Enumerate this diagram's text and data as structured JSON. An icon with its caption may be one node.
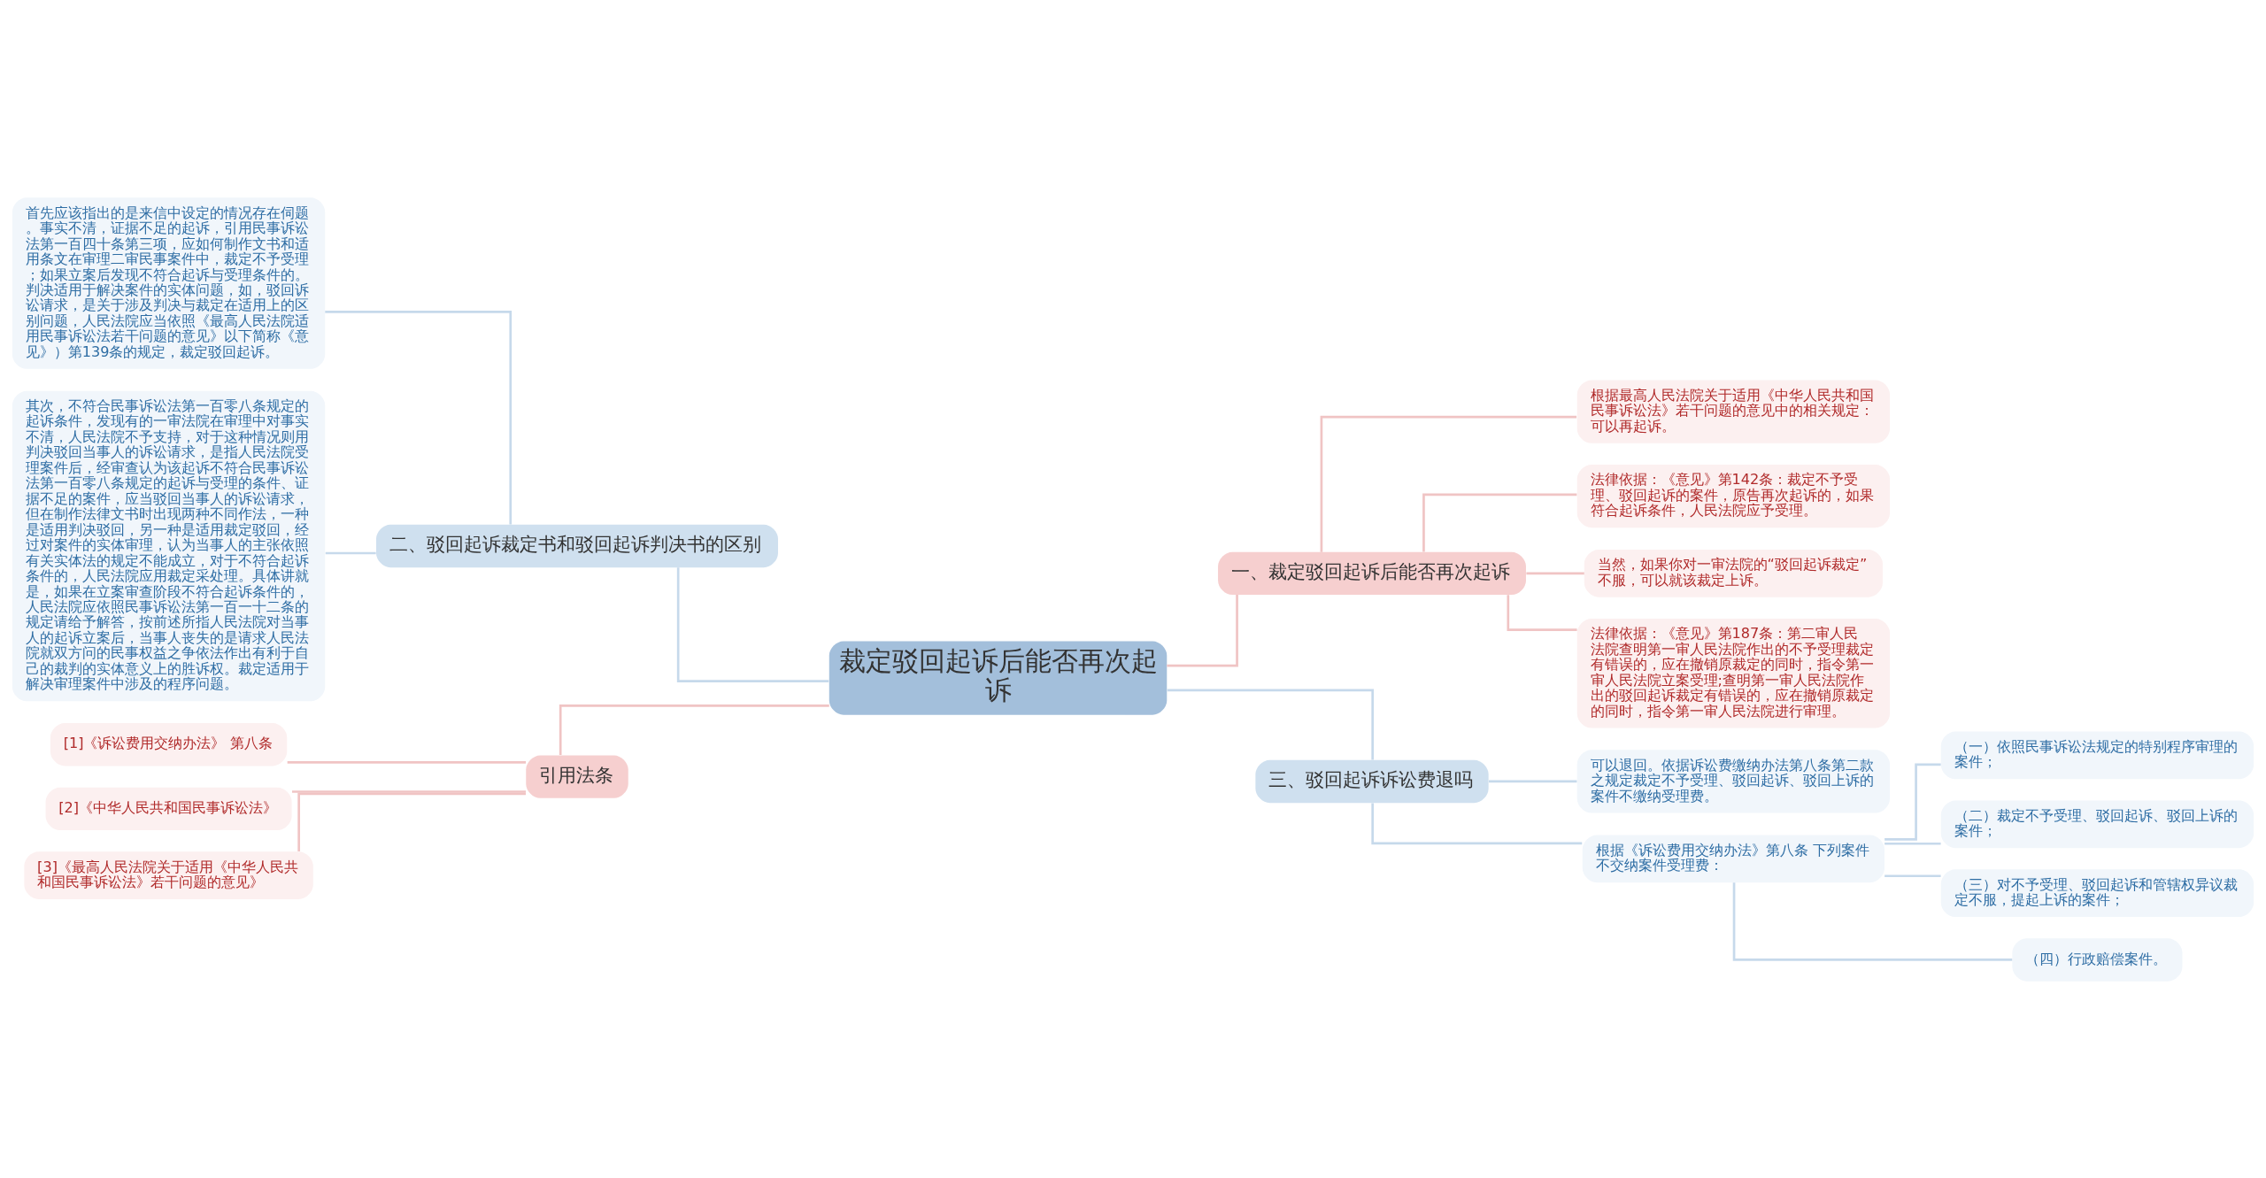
{
  "diagram": {
    "nodes": [
      {
        "text": [
          "裁定驳回起诉后能否再次起诉"
        ]
      },
      {
        "text": [
          "一、裁定驳回起诉后能否再次起诉"
        ]
      },
      {
        "text": [
          "根据最高人民法院关于适用《中华人民共和国民事诉讼法》若干问题的意见中的相关规定：可以再起诉。"
        ]
      },
      {
        "text": [
          "法律依据：《意见》第142条：裁定不予受理、驳回起诉的案件，原告再次起诉的，如果符合起诉条件，人民法院应予受理。"
        ]
      },
      {
        "text": [
          "当然，如果你对一审法院的“驳回起诉裁定”不服，可以就该裁定上诉。"
        ]
      },
      {
        "text": [
          "法律依据：《意见》第187条：第二审人民法院查明第一审人民法院作出的不予受理裁定有错误的，应在撤销原裁定的同时，指令第一审人民法院立案受理;查明第一审人民法院作出的驳回起诉裁定有错误的，应在撤销原裁定的同时，指令第一审人民法院进行审理。"
        ]
      },
      {
        "text": [
          "二、驳回起诉裁定书和驳回起诉判决书的区别"
        ]
      },
      {
        "text": [
          "首先应该指出的是来信中设定的情况存在伺题。事实不清，证据不足的起诉，引用民事诉讼法第一百四十条第三项，应如何制作文书和适用条文在审理二审民事案件中，裁定不予受理；如果立案后发现不符合起诉与受理条件的。判决适用于解决案件的实体问题，如，驳回诉讼请求，是关于涉及判决与裁定在适用上的区别问题，人民法院应当依照《最高人民法院适用民事诉讼法若干问题的意见》以下简称《意见》）第139条的规定，裁定驳回起诉。"
        ]
      },
      {
        "text": [
          "其次，不符合民事诉讼法第一百零八条规定的起诉条件，发现有的一审法院在审理中对事实不清，人民法院不予支持，对于这种情况则用判决驳回当事人的诉讼请求，是指人民法院受理案件后，经审查认为该起诉不符合民事诉讼法第一百零八条规定的起诉与受理的条件、证据不足的案件，应当驳回当事人的诉讼请求，但在制作法律文书时出现两种不同作法，一种是适用判决驳回，另一种是适用裁定驳回，经过对案件的实体审理，认为当事人的主张依照有关实体法的规定不能成立，对于不符合起诉条件的，人民法院应用裁定采处理。具体讲就是，如果在立案审查阶段不符合起诉条件的，人民法院应依照民事诉讼法第一百一十二条的规定请给予解答，按前述所指人民法院对当事人的起诉立案后，当事人丧失的是请求人民法院就双方问的民事权益之争依法作出有利于自己的裁判的实体意义上的胜诉权。裁定适用于解决审理案件中涉及的程序问题。"
        ]
      },
      {
        "text": [
          "三、驳回起诉诉讼费退吗"
        ]
      },
      {
        "text": [
          "可以退回。依据诉讼费缴纳办法第八条第二款之规定裁定不予受理、驳回起诉、驳回上诉的案件不缴纳受理费。"
        ]
      },
      {
        "text": [
          "根据《诉讼费用交纳办法》第八条 下列案件不交纳案件受理费："
        ]
      },
      {
        "text": [
          "（一）依照民事诉讼法规定的特别程序审理的案件；"
        ]
      },
      {
        "text": [
          "（二）裁定不予受理、驳回起诉、驳回上诉的案件；"
        ]
      },
      {
        "text": [
          "（三）对不予受理、驳回起诉和管辖权异议裁定不服，提起上诉的案件；"
        ]
      },
      {
        "text": [
          "（四）行政赔偿案件。"
        ]
      },
      {
        "text": [
          "引用法条"
        ]
      },
      {
        "text": [
          "[1]《诉讼费用交纳办法》 第八条"
        ]
      },
      {
        "text": [
          "[2]《中华人民共和国民事诉讼法》"
        ]
      },
      {
        "text": [
          "[3]《最高人民法院关于适用《中华人民共和国民事诉讼法》若干问题的意见》"
        ]
      }
    ],
    "edges": [
      {
        "from": 0,
        "to": 1,
        "arrow": "none",
        "color": "#f0c4c4"
      },
      {
        "from": 1,
        "to": 2,
        "arrow": "none",
        "color": "#f0c4c4"
      },
      {
        "from": 1,
        "to": 3,
        "arrow": "none",
        "color": "#f0c4c4"
      },
      {
        "from": 1,
        "to": 4,
        "arrow": "none",
        "color": "#f0c4c4"
      },
      {
        "from": 1,
        "to": 5,
        "arrow": "none",
        "color": "#f0c4c4"
      },
      {
        "from": 0,
        "to": 6,
        "arrow": "none"
      },
      {
        "from": 6,
        "to": 7,
        "arrow": "none"
      },
      {
        "from": 6,
        "to": 8,
        "arrow": "none"
      },
      {
        "from": 0,
        "to": 9,
        "arrow": "none"
      },
      {
        "from": 9,
        "to": 10,
        "arrow": "none"
      },
      {
        "from": 9,
        "to": 11,
        "arrow": "none"
      },
      {
        "from": 11,
        "to": 12,
        "arrow": "none"
      },
      {
        "from": 11,
        "to": 13,
        "arrow": "none"
      },
      {
        "from": 11,
        "to": 14,
        "arrow": "none"
      },
      {
        "from": 11,
        "to": 15,
        "arrow": "none"
      },
      {
        "from": 0,
        "to": 16,
        "arrow": "none",
        "color": "#f0c4c4"
      },
      {
        "from": 16,
        "to": 17,
        "arrow": "none",
        "color": "#f0c4c4"
      },
      {
        "from": 16,
        "to": 18,
        "arrow": "none",
        "color": "#f0c4c4"
      },
      {
        "from": 16,
        "to": 19,
        "arrow": "none",
        "color": "#f0c4c4"
      }
    ]
  }
}
